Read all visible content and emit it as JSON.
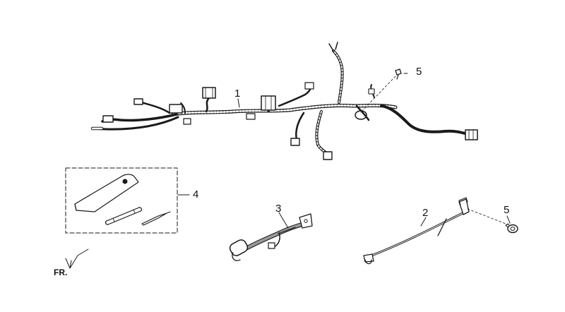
{
  "callouts": {
    "main_harness": "1",
    "wire_lead_2": "2",
    "wire_lead_3": "3",
    "tool_kit": "4",
    "clip_upper": "5",
    "clip_lower": "5"
  },
  "direction_label": "FR.",
  "colors": {
    "line": "#1a1a1a",
    "fill": "#ffffff",
    "shade": "#9a9a9a"
  }
}
